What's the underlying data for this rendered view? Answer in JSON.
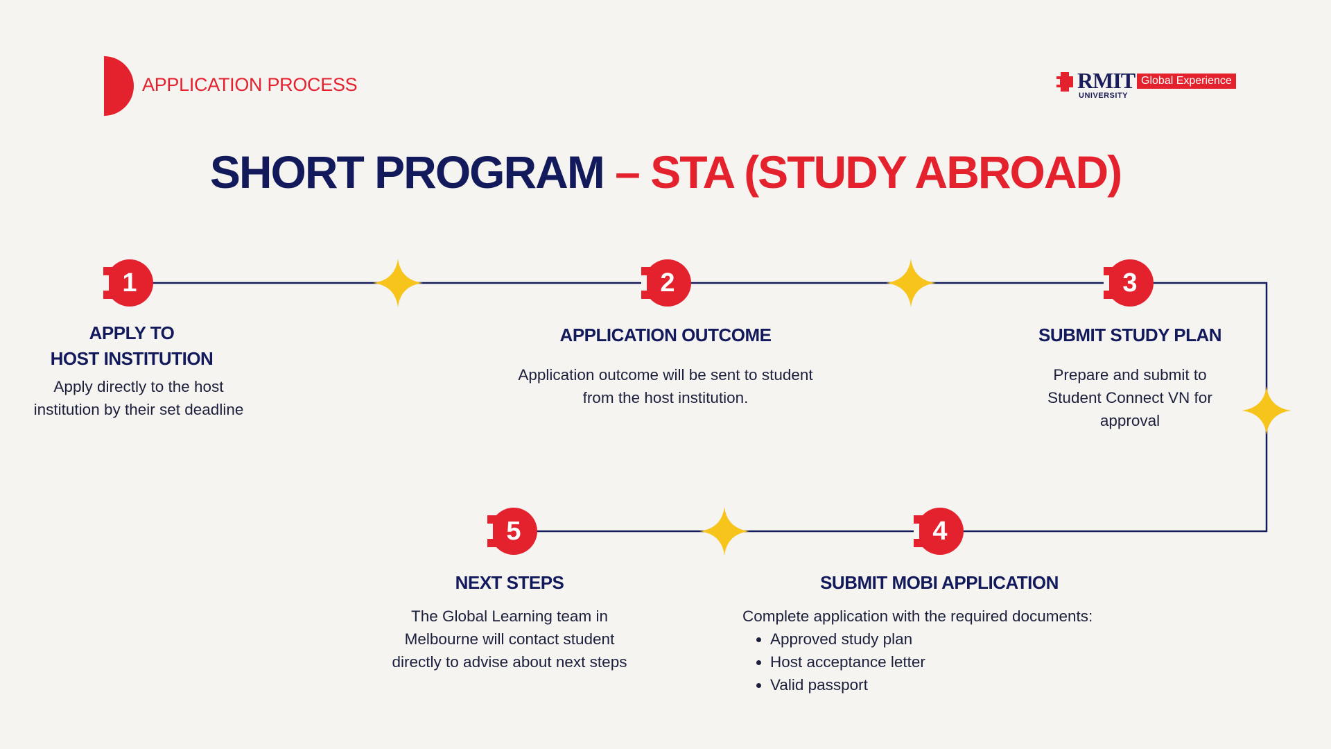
{
  "header": {
    "section_label": "APPLICATION PROCESS",
    "title_main": "SHORT PROGRAM",
    "title_sep": " – ",
    "title_accent": "STA (STUDY ABROAD)"
  },
  "logo": {
    "wordmark": "RMIT",
    "subtext": "UNIVERSITY",
    "tag": "Global Experience"
  },
  "colors": {
    "navy": "#121a5c",
    "red": "#e4222e",
    "gold": "#f7c41b",
    "background": "#f5f4f1"
  },
  "steps": [
    {
      "number": "1",
      "heading_lines": [
        "APPLY TO",
        "HOST INSTITUTION"
      ],
      "description_lines": [
        "Apply directly to the host",
        "institution by their set deadline"
      ]
    },
    {
      "number": "2",
      "heading_lines": [
        "APPLICATION OUTCOME"
      ],
      "description_lines": [
        "Application outcome will be sent to student",
        "from the host institution."
      ]
    },
    {
      "number": "3",
      "heading_lines": [
        "SUBMIT STUDY PLAN"
      ],
      "description_lines": [
        "Prepare and submit to",
        "Student Connect VN for",
        "approval"
      ]
    },
    {
      "number": "4",
      "heading_lines": [
        "SUBMIT MOBI APPLICATION"
      ],
      "description_lines": [
        "Complete application with the required documents:"
      ],
      "bullets": [
        "Approved study plan",
        "Host acceptance letter",
        "Valid passport"
      ]
    },
    {
      "number": "5",
      "heading_lines": [
        "NEXT STEPS"
      ],
      "description_lines": [
        "The Global Learning team in",
        "Melbourne will contact student",
        "directly to advise about next steps"
      ]
    }
  ]
}
